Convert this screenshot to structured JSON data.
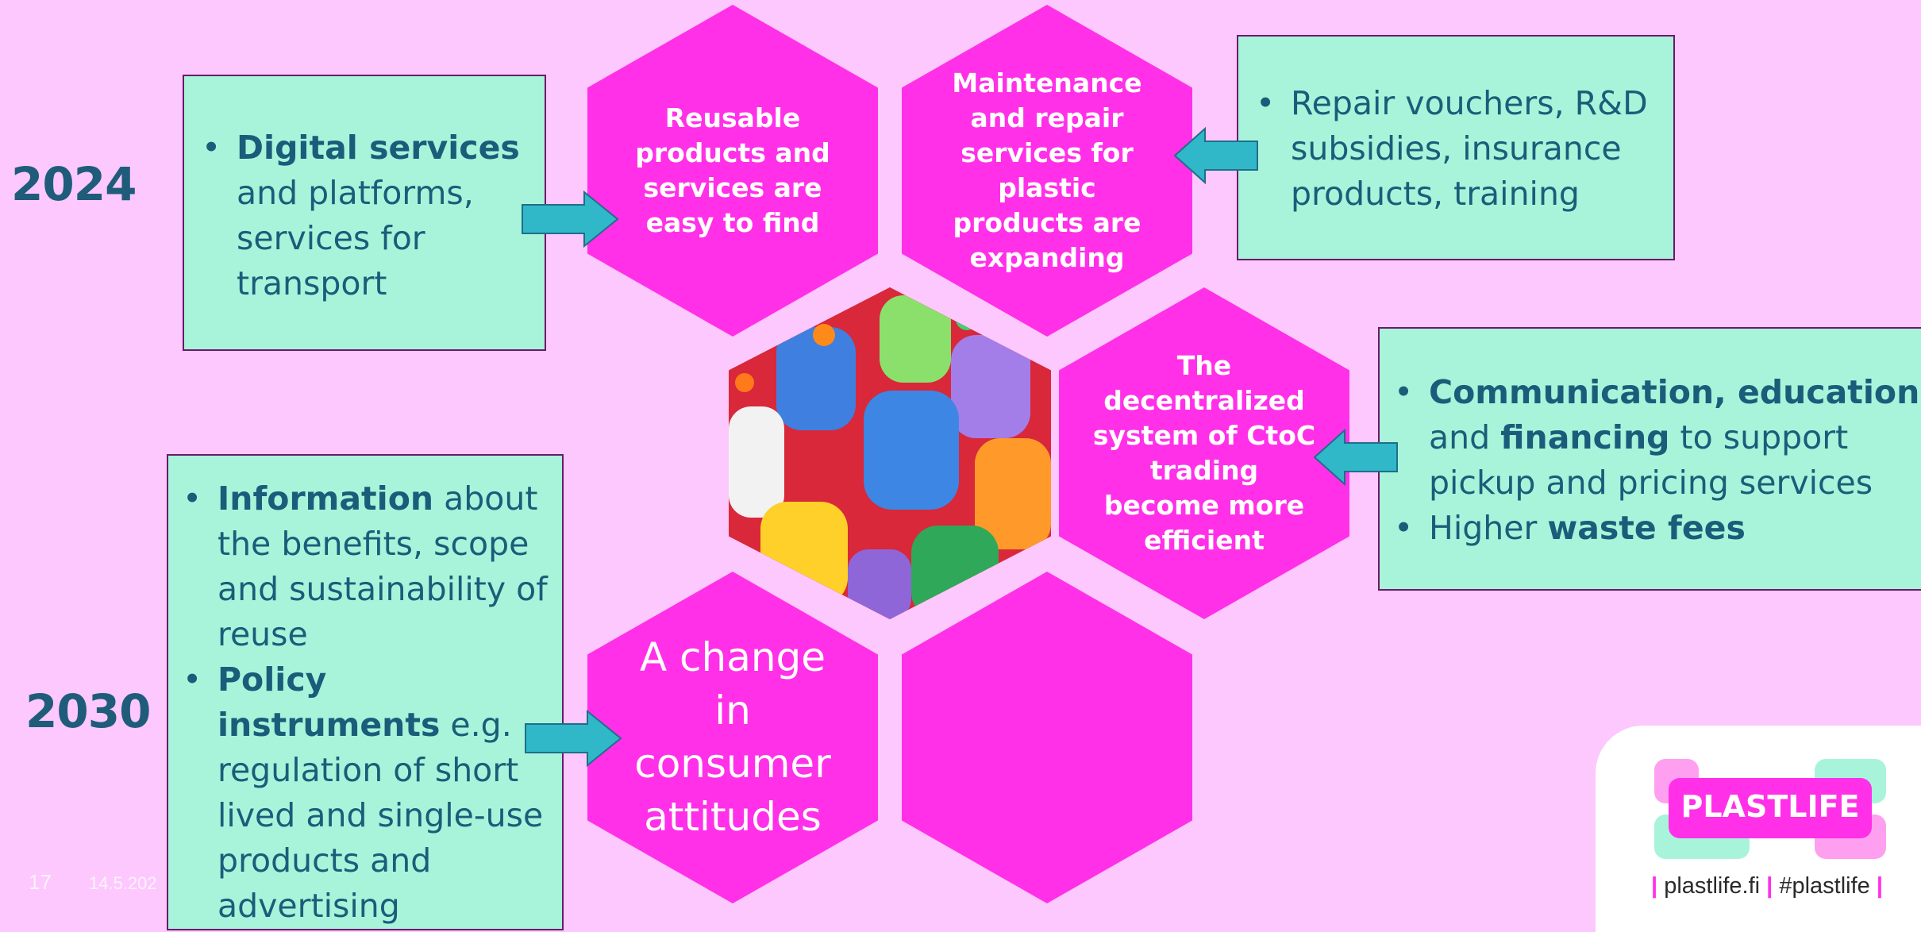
{
  "years": {
    "top": "2024",
    "bottom": "2030"
  },
  "boxes": {
    "digital": {
      "items": [
        {
          "bold": "Digital services",
          "rest": " and platforms, services for transport"
        }
      ]
    },
    "repair": {
      "items": [
        {
          "bold": "",
          "rest": "Repair vouchers, R&D subsidies, insurance products, training"
        }
      ]
    },
    "communication": {
      "items": [
        {
          "parts": [
            {
              "b": "Communication, education"
            },
            {
              "t": " and "
            },
            {
              "b": "financing"
            },
            {
              "t": " to support pickup and pricing services"
            }
          ]
        },
        {
          "parts": [
            {
              "t": "Higher "
            },
            {
              "b": "waste fees"
            }
          ]
        }
      ]
    },
    "information": {
      "items": [
        {
          "parts": [
            {
              "b": "Information"
            },
            {
              "t": " about the benefits, scope and sustainability of reuse"
            }
          ]
        },
        {
          "parts": [
            {
              "b": "Policy instruments"
            },
            {
              "t": " e.g. regulation of short lived and single-use products and advertising"
            }
          ]
        }
      ]
    }
  },
  "hexagons": {
    "reusable": "Reusable products and services are easy to find",
    "maintenance": "Maintenance and repair services for plastic products are expanding",
    "decentralized": "The decentralized system of CtoC trading become more efficient",
    "consumer": "A change in consumer attitudes",
    "empty": ""
  },
  "footer": {
    "page_number": "17",
    "date": "14.5.202"
  },
  "logo": {
    "wordmark": "PLASTLIFE",
    "url": "plastlife.fi",
    "hashtag": "#plastlife"
  },
  "colors": {
    "background": "#fdc8fd",
    "hexagon": "#ff30e8",
    "box": "#a8f4da",
    "box_text": "#1a5d7a",
    "arrow": "#30b8c8"
  }
}
